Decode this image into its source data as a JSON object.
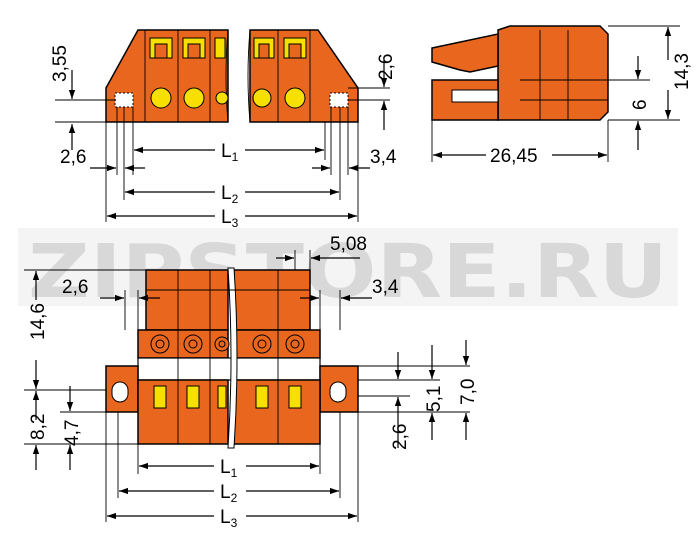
{
  "watermark": {
    "text": "ZIPSTORE.RU"
  },
  "colors": {
    "housing": "#e8661e",
    "contact": "#f7e000",
    "watermark_left": "#f5b06a",
    "watermark_right": "#bdbdbd"
  },
  "top_front_view": {
    "dim_3_55": "3,55",
    "dim_2_6_left": "2,6",
    "dim_2_6_right": "2,6",
    "dim_3_4": "3,4",
    "L1": {
      "letter": "L",
      "sub": "1"
    },
    "L2": {
      "letter": "L",
      "sub": "2"
    },
    "L3": {
      "letter": "L",
      "sub": "3"
    }
  },
  "side_view": {
    "dim_14_3": "14,3",
    "dim_6": "6",
    "dim_26_45": "26,45"
  },
  "bottom_front_view": {
    "dim_5_08": "5,08",
    "dim_2_6": "2,6",
    "dim_3_4": "3,4",
    "dim_14_6": "14,6",
    "dim_8_2": "8,2",
    "dim_4_7": "4,7",
    "dim_5_1": "5,1",
    "dim_7_0": "7,0",
    "dim_2_6_right": "2,6",
    "L1": {
      "letter": "L",
      "sub": "1"
    },
    "L2": {
      "letter": "L",
      "sub": "2"
    },
    "L3": {
      "letter": "L",
      "sub": "3"
    }
  }
}
